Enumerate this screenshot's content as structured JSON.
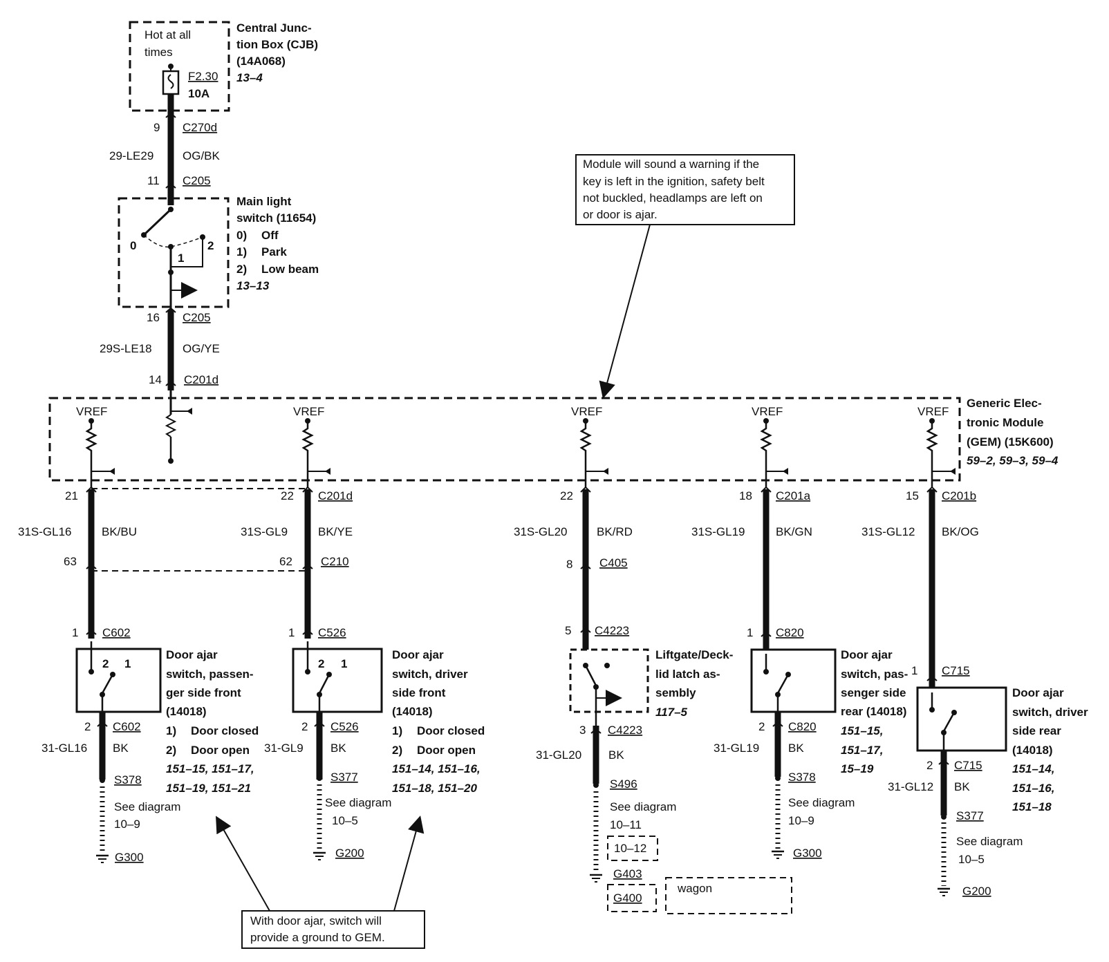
{
  "cjb": {
    "hot_label_1": "Hot at all",
    "hot_label_2": "times",
    "fuse": "F2.30",
    "fuse_rating": "10A",
    "title_1": "Central Junc-",
    "title_2": "tion Box (CJB)",
    "title_3": "(14A068)",
    "ref": "13–4"
  },
  "feed": {
    "pin_top": "9",
    "conn_top": "C270d",
    "circuit": "29-LE29",
    "color": "OG/BK",
    "pin_bottom": "11",
    "conn_bottom": "C205"
  },
  "main_switch": {
    "title_1": "Main light",
    "title_2": "switch (11654)",
    "pos0": "0)",
    "pos0_label": "Off",
    "pos1": "1)",
    "pos1_label": "Park",
    "pos2": "2)",
    "pos2_label": "Low beam",
    "ref": "13–13",
    "term0": "0",
    "term1": "1",
    "term2": "2"
  },
  "lower_feed": {
    "pin_top": "16",
    "conn_top": "C205",
    "circuit": "29S-LE18",
    "color": "OG/YE",
    "pin_bottom": "14",
    "conn_bottom": "C201d"
  },
  "warning_note": {
    "line1": "Module will sound a warning if the",
    "line2": "key is left in the ignition, safety belt",
    "line3": "not buckled, headlamps are left on",
    "line4": "or door is ajar."
  },
  "gem": {
    "title_1": "Generic Elec-",
    "title_2": "tronic Module",
    "title_3": "(GEM) (15K600)",
    "ref": "59–2, 59–3, 59–4",
    "vref": "VREF"
  },
  "circuits": [
    {
      "pin1": "21",
      "conn1": "",
      "circuit": "31S-GL16",
      "color": "BK/BU",
      "pin2": "63",
      "conn2": ""
    },
    {
      "pin1": "22",
      "conn1": "C201d",
      "circuit": "31S-GL9",
      "color": "BK/YE",
      "pin2": "62",
      "conn2": "C210"
    },
    {
      "pin1": "22",
      "conn1": "",
      "circuit": "31S-GL20",
      "color": "BK/RD",
      "pin2": "8",
      "conn2": "C405"
    },
    {
      "pin1": "18",
      "conn1": "C201a",
      "circuit": "31S-GL19",
      "color": "BK/GN",
      "pin2": "",
      "conn2": ""
    },
    {
      "pin1": "15",
      "conn1": "C201b",
      "circuit": "31S-GL12",
      "color": "BK/OG",
      "pin2": "",
      "conn2": ""
    }
  ],
  "switches": [
    {
      "in_pin": "1",
      "in_conn": "C602",
      "term_a": "2",
      "term_b": "1",
      "title": [
        "Door ajar",
        "switch, passen-",
        "ger side front",
        "(14018)"
      ],
      "state1": "1)",
      "state1_label": "Door closed",
      "state2": "2)",
      "state2_label": "Door open",
      "refs": [
        "151–15, 151–17,",
        "151–19, 151–21"
      ],
      "out_pin": "2",
      "out_conn": "C602",
      "out_circuit": "31-GL16",
      "out_color": "BK",
      "splice": "S378",
      "see": "See diagram",
      "see_ref": "10–9",
      "ground": "G300"
    },
    {
      "in_pin": "1",
      "in_conn": "C526",
      "term_a": "2",
      "term_b": "1",
      "title": [
        "Door ajar",
        "switch, driver",
        "side front",
        "(14018)"
      ],
      "state1": "1)",
      "state1_label": "Door closed",
      "state2": "2)",
      "state2_label": "Door open",
      "refs": [
        "151–14, 151–16,",
        "151–18, 151–20"
      ],
      "out_pin": "2",
      "out_conn": "C526",
      "out_circuit": "31-GL9",
      "out_color": "BK",
      "splice": "S377",
      "see": "See diagram",
      "see_ref": "10–5",
      "ground": "G200"
    },
    {
      "in_pin": "5",
      "in_conn": "C4223",
      "title": [
        "Liftgate/Deck-",
        "lid latch as-",
        "sembly"
      ],
      "refs": [
        "117–5"
      ],
      "out_pin": "3",
      "out_conn": "C4223",
      "out_circuit": "31-GL20",
      "out_color": "BK",
      "splice": "S496",
      "see": "See diagram",
      "see_ref": "10–11",
      "alt_ref": "10–12",
      "ground": "G403",
      "ground_alt": "G400",
      "wagon": "wagon"
    },
    {
      "in_pin": "1",
      "in_conn": "C820",
      "title": [
        "Door ajar",
        "switch, pas-",
        "senger side",
        "rear (14018)"
      ],
      "refs": [
        "151–15,",
        "151–17,",
        "15–19"
      ],
      "out_pin": "2",
      "out_conn": "C820",
      "out_circuit": "31-GL19",
      "out_color": "BK",
      "splice": "S378",
      "see": "See diagram",
      "see_ref": "10–9",
      "ground": "G300"
    },
    {
      "in_pin": "1",
      "in_conn": "C715",
      "title": [
        "Door ajar",
        "switch, driver",
        "side rear",
        "(14018)"
      ],
      "refs": [
        "151–14,",
        "151–16,",
        "151–18"
      ],
      "out_pin": "2",
      "out_conn": "C715",
      "out_circuit": "31-GL12",
      "out_color": "BK",
      "splice": "S377",
      "see": "See diagram",
      "see_ref": "10–5",
      "ground": "G200"
    }
  ],
  "ground_note": {
    "line1": "With door ajar, switch will",
    "line2": "provide a ground to GEM."
  }
}
